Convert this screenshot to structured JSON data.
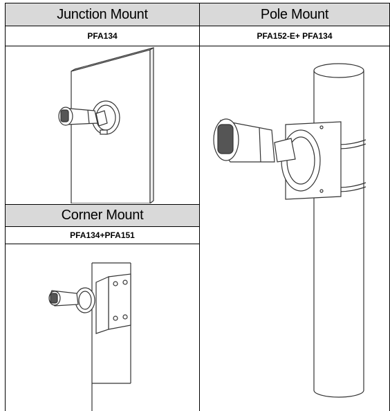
{
  "table": {
    "columns": [
      {
        "heading": "Junction Mount",
        "model": "PFA134"
      },
      {
        "heading": "Pole Mount",
        "model": "PFA152-E+ PFA134"
      }
    ],
    "corner": {
      "heading": "Corner Mount",
      "model": "PFA134+PFA151"
    }
  },
  "colors": {
    "header_bg": "#d9d9d9",
    "line": "#000000",
    "illustration": "#333333"
  },
  "illustrations": [
    "junction-mount-illustration",
    "pole-mount-illustration",
    "corner-mount-illustration"
  ]
}
